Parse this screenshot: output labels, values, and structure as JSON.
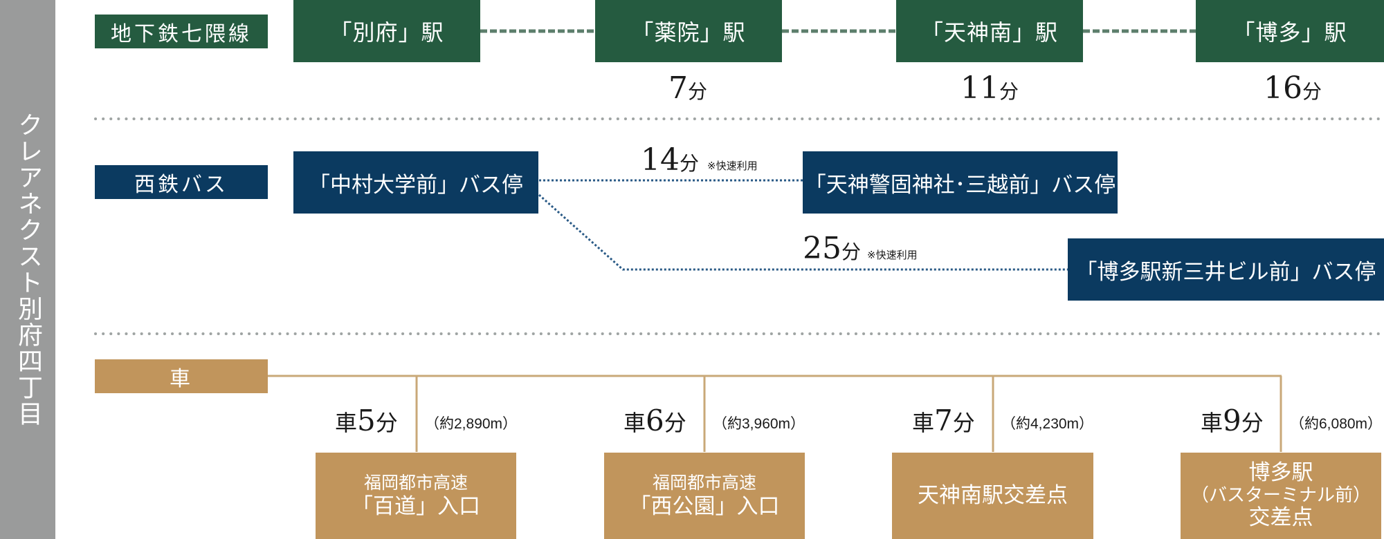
{
  "side_title": "クレアネクスト別府四丁目",
  "subway": {
    "label": "地下鉄七隈線",
    "stations": [
      {
        "name": "「別府」駅",
        "time_num": "",
        "time_unit": ""
      },
      {
        "name": "「薬院」駅",
        "time_num": "7",
        "time_unit": "分"
      },
      {
        "name": "「天神南」駅",
        "time_num": "11",
        "time_unit": "分"
      },
      {
        "name": "「博多」駅",
        "time_num": "16",
        "time_unit": "分"
      }
    ]
  },
  "bus": {
    "label": "西鉄バス",
    "origin": "「中村大学前」バス停",
    "routes": [
      {
        "dest": "「天神警固神社･三越前」バス停",
        "time_num": "14",
        "time_unit": "分",
        "note": "※快速利用"
      },
      {
        "dest": "「博多駅新三井ビル前」バス停",
        "time_num": "25",
        "time_unit": "分",
        "note": "※快速利用"
      }
    ]
  },
  "car": {
    "label": "車",
    "routes": [
      {
        "prefix": "車",
        "num": "5",
        "unit": "分",
        "distance": "（約2,890m）",
        "line1": "福岡都市高速",
        "line2": "「百道」入口"
      },
      {
        "prefix": "車",
        "num": "6",
        "unit": "分",
        "distance": "（約3,960m）",
        "line1": "福岡都市高速",
        "line2": "「西公園」入口"
      },
      {
        "prefix": "車",
        "num": "7",
        "unit": "分",
        "distance": "（約4,230m）",
        "line1": "",
        "line2": "天神南駅交差点"
      },
      {
        "prefix": "車",
        "num": "9",
        "unit": "分",
        "distance": "（約6,080m）",
        "line1": "博多駅",
        "line2": "（バスターミナル前）",
        "line3": "交差点"
      }
    ]
  },
  "colors": {
    "subway": "#255b40",
    "bus": "#0b3a60",
    "car": "#c1955c",
    "side": "#9a9b9b",
    "divider": "#9fa4a3"
  }
}
